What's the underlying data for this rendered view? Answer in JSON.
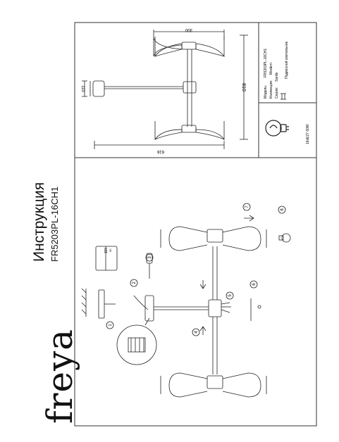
{
  "brand": "freya",
  "title": "Инструкция",
  "model": "FR5203PL-16CH1",
  "spec_table": {
    "row1_label": "Модель:",
    "row1_value": "FR5203PL-16CH1",
    "row2_label": "Коллекция:",
    "row2_value": "Modern",
    "row3_label": "Серия:",
    "row3_value": "Sarde",
    "row4_value": "Подвесной светильник"
  },
  "bulb_spec": "16xE27 60W",
  "dimensions": {
    "width": "300",
    "length": "810",
    "depth": "616",
    "height": "110"
  },
  "install_dims": {
    "outer": "115",
    "inner": "90"
  },
  "steps": [
    "1",
    "2",
    "3",
    "4",
    "5",
    "6",
    "7",
    "8"
  ],
  "colors": {
    "line": "#222222",
    "frame": "#333333"
  }
}
